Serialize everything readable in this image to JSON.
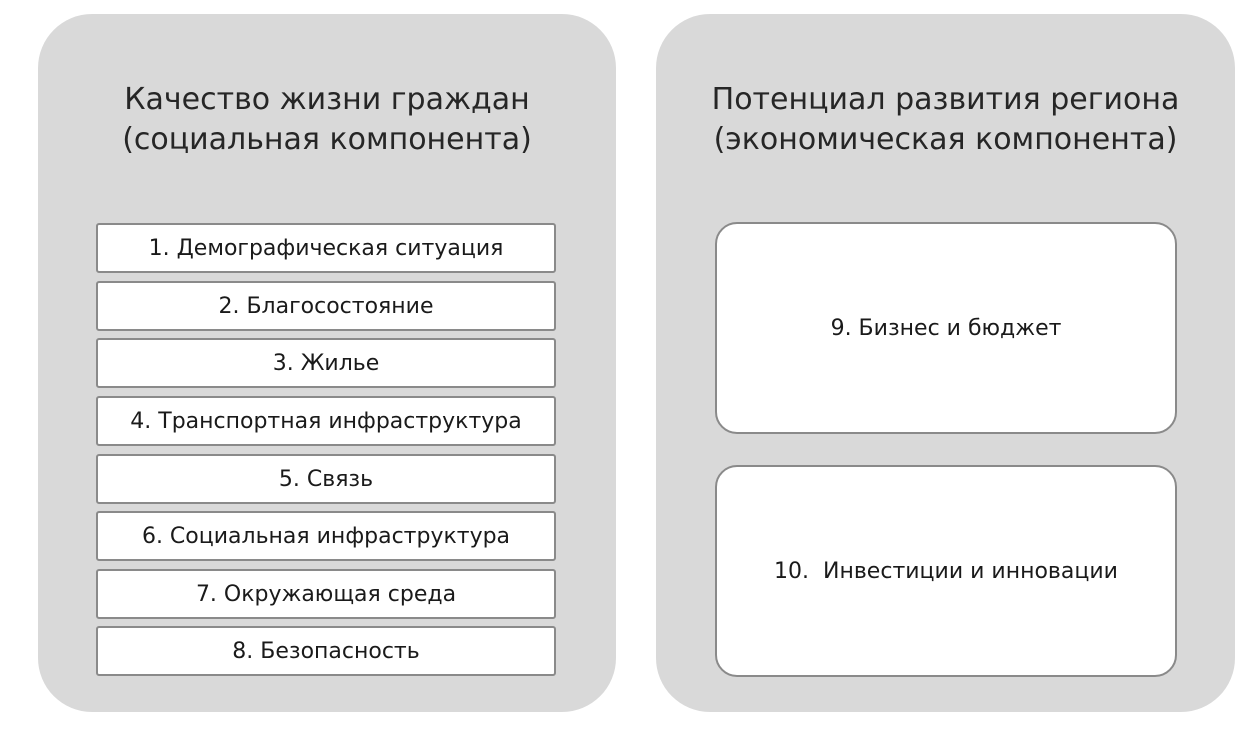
{
  "left_panel": {
    "title_line1": "Качество жизни граждан",
    "title_line2": "(социальная компонента)",
    "items": [
      "1. Демографическая ситуация",
      "2. Благосостояние",
      "3. Жилье",
      "4. Транспортная инфраструктура",
      "5. Связь",
      "6. Социальная инфраструктура",
      "7. Окружающая среда",
      "8. Безопасность"
    ]
  },
  "right_panel": {
    "title_line1": "Потенциал развития региона",
    "title_line2": "(экономическая компонента)",
    "blocks": [
      "9. Бизнес и бюджет",
      "10.  Инвестиции и инновации"
    ]
  }
}
